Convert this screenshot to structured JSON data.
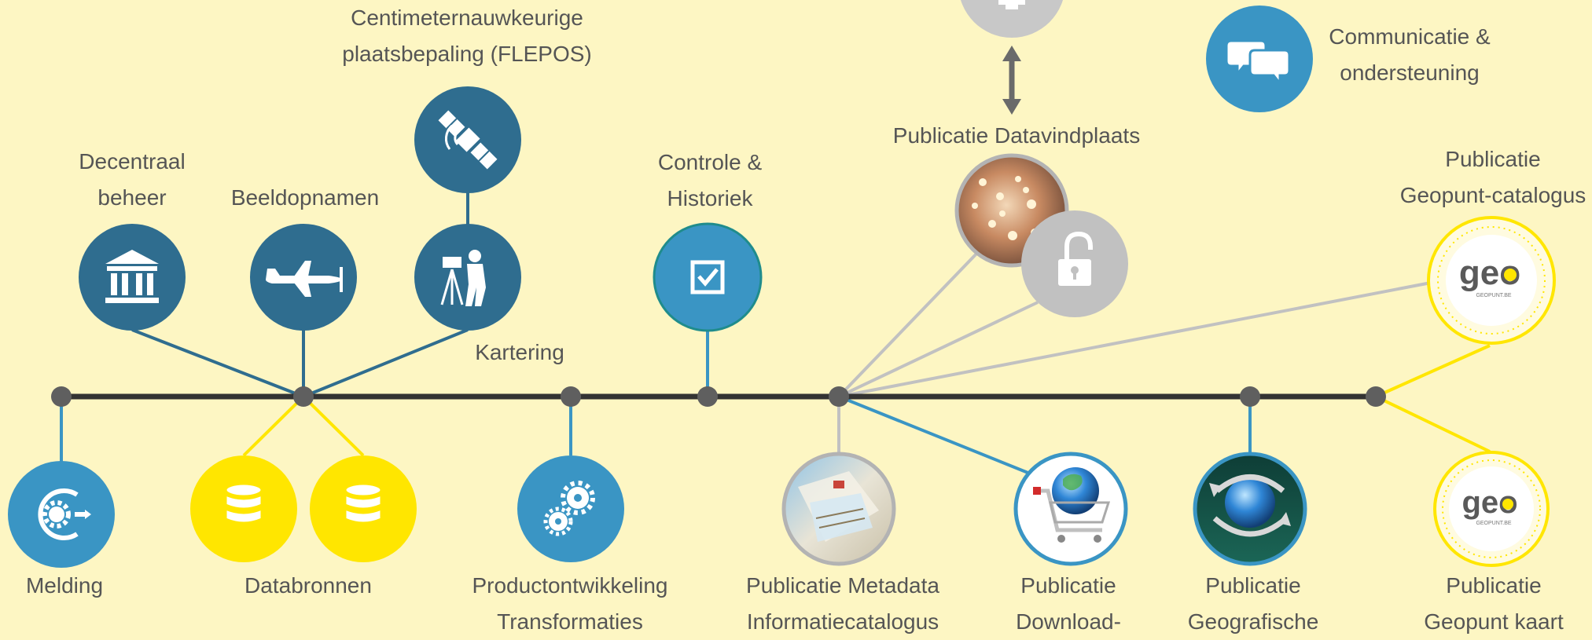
{
  "colors": {
    "background": "#fdf6c3",
    "timeline": "#333333",
    "node_dot": "#5f5f5f",
    "dark_blue": "#2f6d8f",
    "mid_blue": "#3a95c4",
    "yellow": "#ffe600",
    "grey": "#c1c1c1",
    "text": "#555555"
  },
  "labels": {
    "flepos_line1": "Centimeternauwkeurige",
    "flepos_line2": "plaatsbepaling (FLEPOS)",
    "decentraal_line1": "Decentraal",
    "decentraal_line2": "beheer",
    "beeldopnamen": "Beeldopnamen",
    "kartering": "Kartering",
    "controle_line1": "Controle &",
    "controle_line2": "Historiek",
    "datavindplaats": "Publicatie Datavindplaats",
    "communicatie_line1": "Communicatie &",
    "communicatie_line2": "ondersteuning",
    "catalogus_line1": "Publicatie",
    "catalogus_line2": "Geopunt-catalogus",
    "melding": "Melding",
    "databronnen": "Databronnen",
    "productontwikkeling_line1": "Productontwikkeling",
    "productontwikkeling_line2": "Transformaties",
    "metadata_line1": "Publicatie Metadata",
    "metadata_line2": "Informatiecatalogus",
    "download_line1": "Publicatie",
    "download_line2": "Download-",
    "geografische_line1": "Publicatie",
    "geografische_line2": "Geografische",
    "geopuntkaart_line1": "Publicatie",
    "geopuntkaart_line2": "Geopunt kaart"
  },
  "logos": {
    "geo_word": "geo",
    "geo_sub": "GEOPUNT.BE"
  },
  "icons": [
    "satellite-icon",
    "building-icon",
    "plane-icon",
    "surveyor-icon",
    "checkbox-icon",
    "monitor-icon",
    "chat-icon",
    "lightbulbs-icon",
    "unlock-icon",
    "cycle-icon",
    "database-icon",
    "gears-icon",
    "maps-icon",
    "cart-globe-icon",
    "globe-arrows-icon"
  ]
}
